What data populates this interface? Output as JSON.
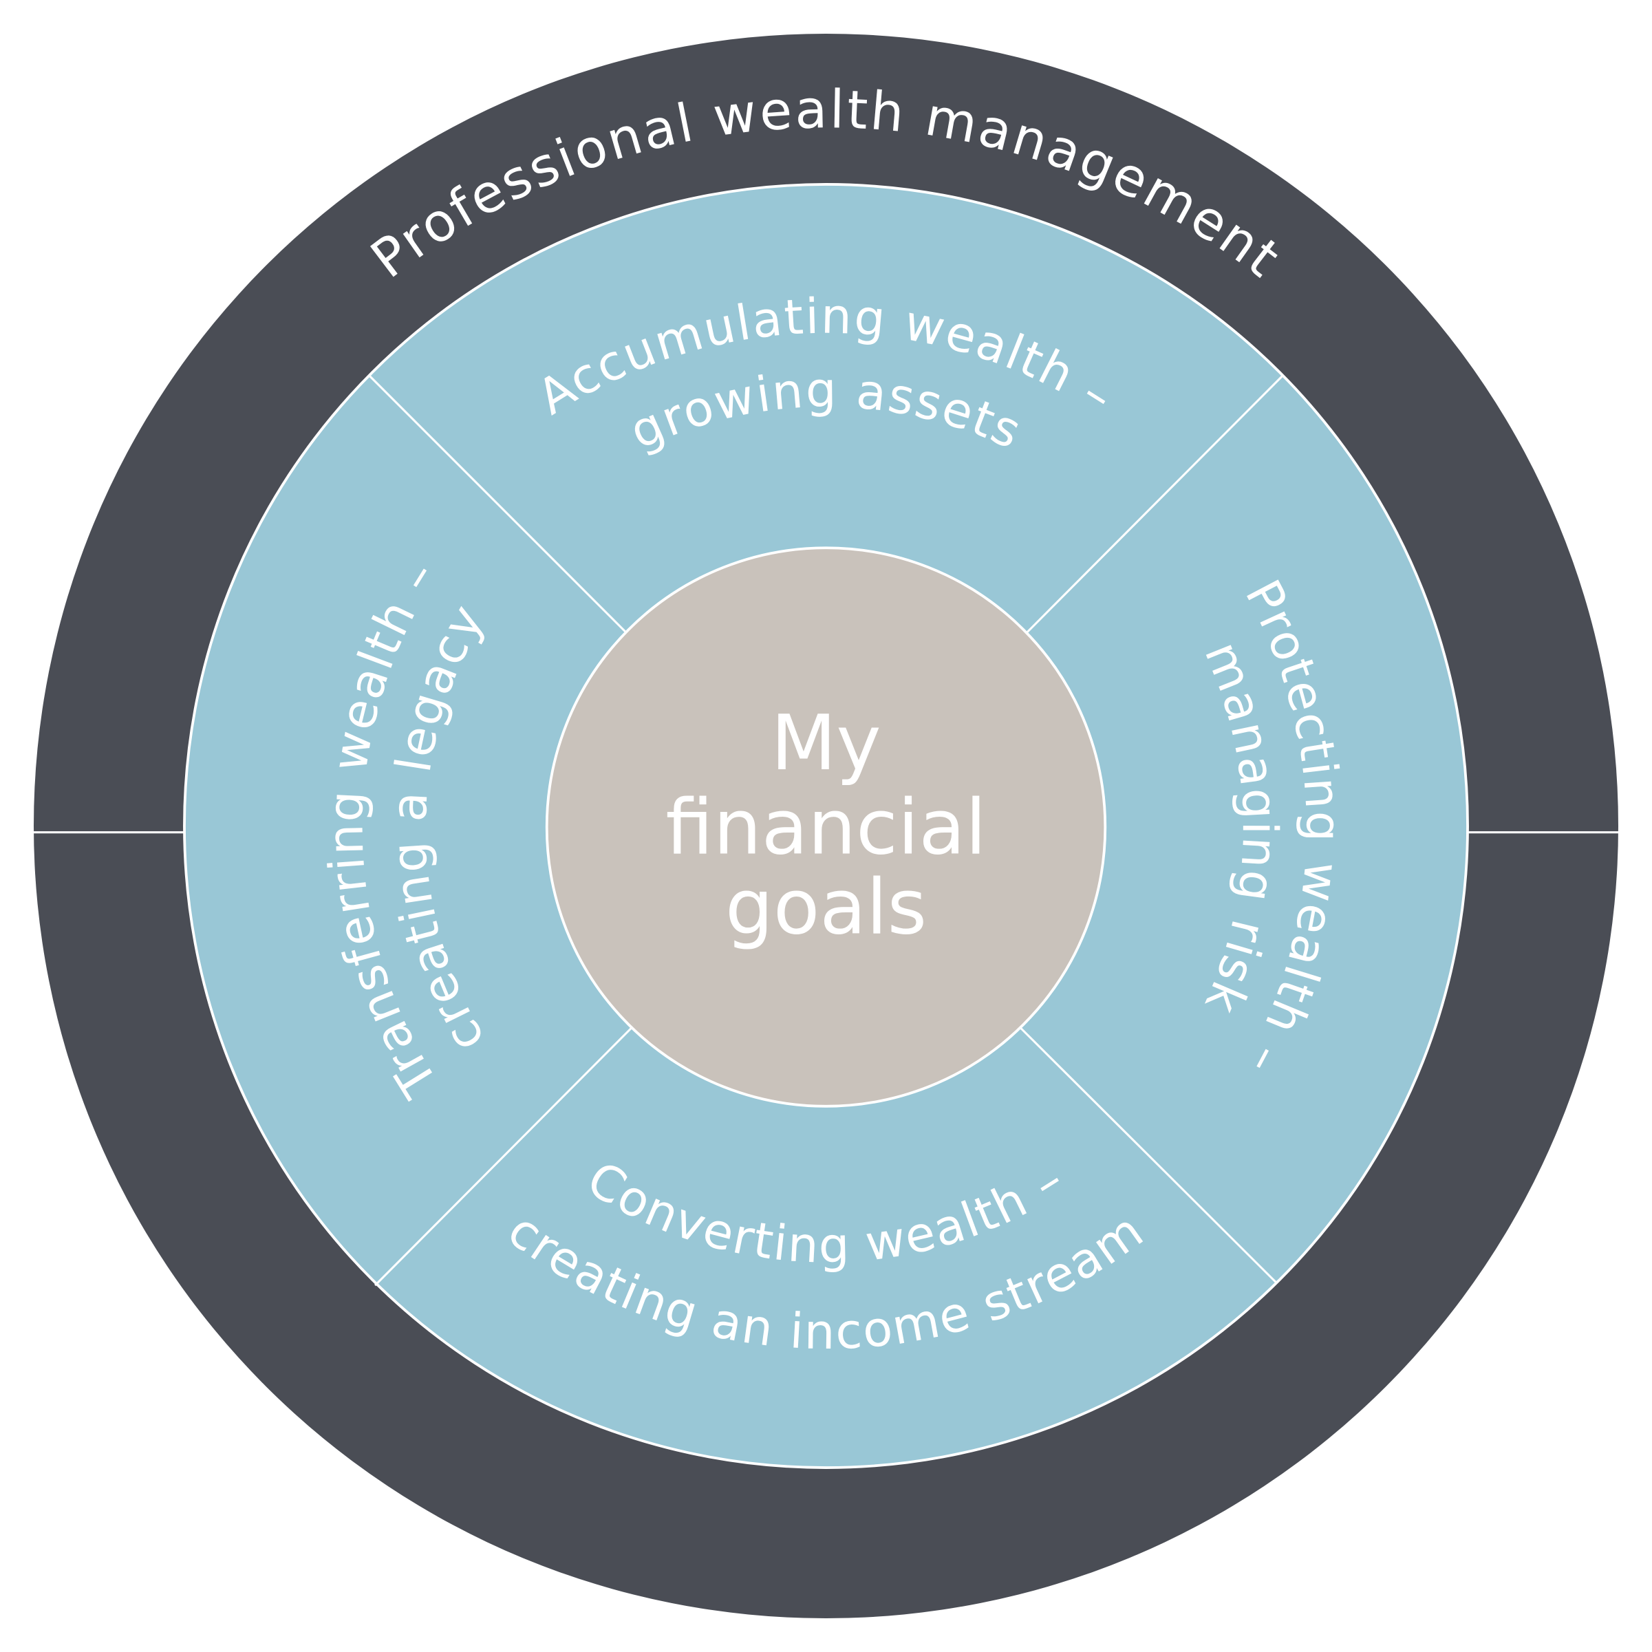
{
  "colors": {
    "outer_ring": "#4a4d55",
    "segments": "#99c7d6",
    "center": "#c9c2bb",
    "lines": "#ffffff"
  },
  "outer_ring": {
    "label": "Professional wealth management"
  },
  "segments": [
    {
      "id": "top",
      "line1": "Accumulating wealth –",
      "line2": "growing assets"
    },
    {
      "id": "right",
      "line1": "Protecting wealth –",
      "line2": "managing risk"
    },
    {
      "id": "bottom",
      "line1": "Converting wealth –",
      "line2": "creating an income stream"
    },
    {
      "id": "left",
      "line1": "Transferring wealth –",
      "line2": "creating a legacy"
    }
  ],
  "center": {
    "lines": [
      "My",
      "financial",
      "goals"
    ]
  }
}
